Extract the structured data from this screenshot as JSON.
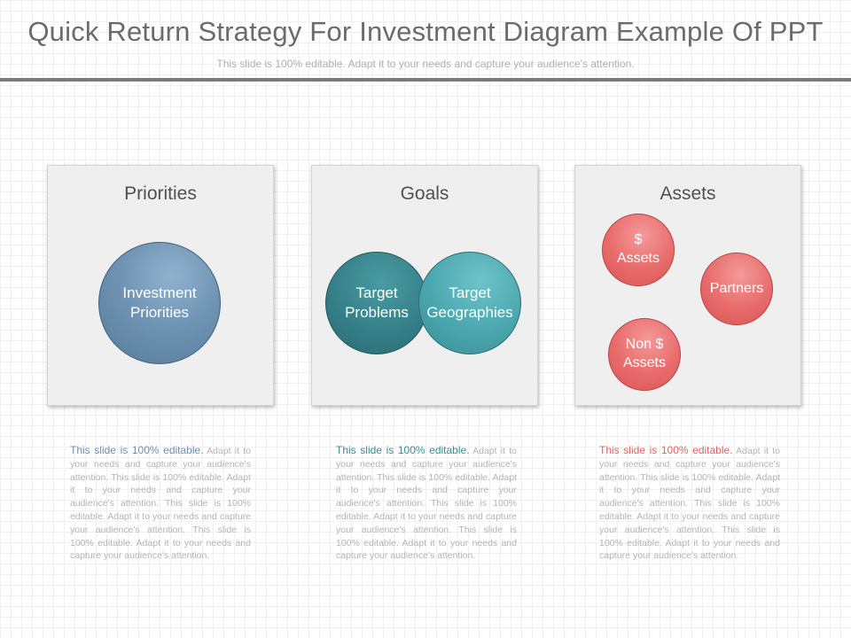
{
  "header": {
    "title": "Quick Return Strategy For Investment Diagram Example Of PPT",
    "subtitle": "This slide is 100% editable. Adapt it to your needs and capture your audience's attention."
  },
  "panels": [
    {
      "title": "Priorities",
      "circles": [
        "Investment\nPriorities"
      ],
      "accent": "#6e8fac"
    },
    {
      "title": "Goals",
      "circles": [
        "Target\nProblems",
        "Target\nGeographies"
      ],
      "accent": "#3d8a92"
    },
    {
      "title": "Assets",
      "circles": [
        "$\nAssets",
        "Partners",
        "Non $\nAssets"
      ],
      "accent": "#e06464"
    }
  ],
  "descriptions": [
    {
      "lead": "This slide is 100% editable.",
      "body": "Adapt it to your needs and capture your audience's attention. This slide is 100% editable. Adapt it to your needs and capture your audience's attention. This slide is 100% editable. Adapt it to your needs and capture your audience's attention. This slide is 100% editable. Adapt it to your needs and capture your audience's attention."
    },
    {
      "lead": "This slide is 100% editable.",
      "body": "Adapt it to your needs and capture your audience's attention. This slide is 100% editable. Adapt it to your needs and capture your audience's attention. This slide is 100% editable. Adapt it to your needs and capture your audience's attention. This slide is 100% editable. Adapt it to your needs and capture your audience's attention."
    },
    {
      "lead": "This slide is 100% editable.",
      "body": "Adapt it to your needs and capture your audience's attention. This slide is 100% editable. Adapt it to your needs and capture your audience's attention. This slide is 100% editable. Adapt it to your needs and capture your audience's attention. This slide is 100% editable. Adapt it to your needs and capture your audience's attention."
    }
  ]
}
